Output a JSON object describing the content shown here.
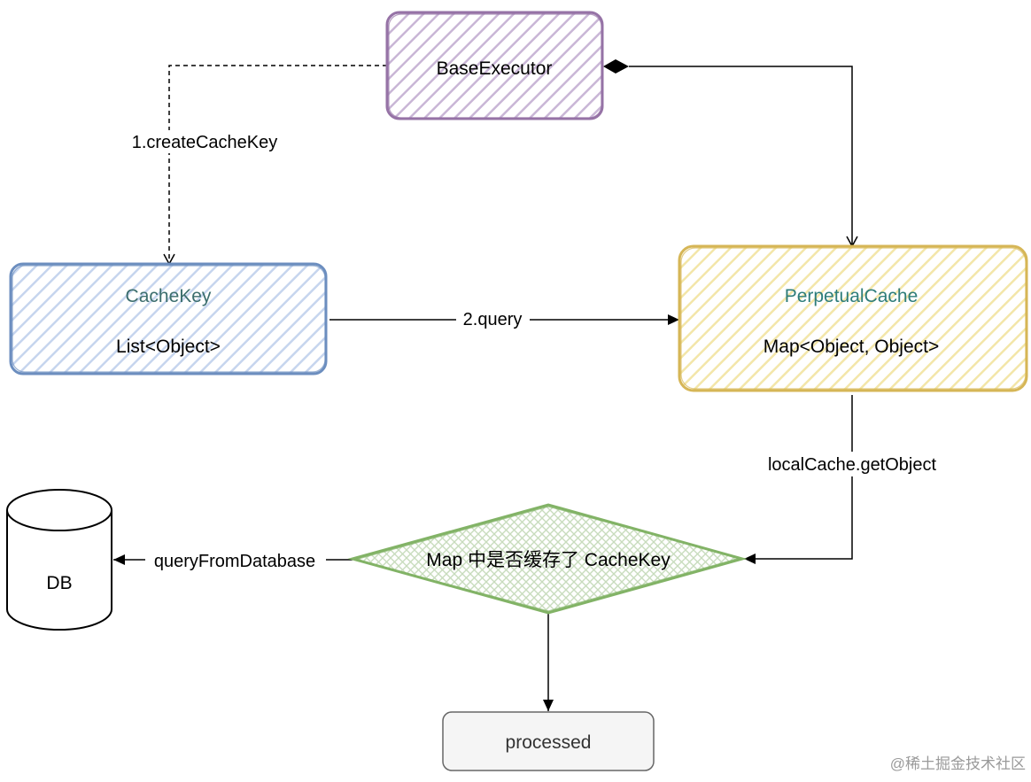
{
  "nodes": {
    "base_executor": {
      "label": "BaseExecutor"
    },
    "cache_key": {
      "title": "CacheKey",
      "subtitle": "List<Object>"
    },
    "perpetual_cache": {
      "title": "PerpetualCache",
      "subtitle": "Map<Object, Object>"
    },
    "decision": {
      "label": "Map 中是否缓存了 CacheKey"
    },
    "db": {
      "label": "DB"
    },
    "processed": {
      "label": "processed"
    }
  },
  "edges": {
    "create_cache_key": {
      "label": "1.createCacheKey"
    },
    "query": {
      "label": "2.query"
    },
    "get_object": {
      "label": "localCache.getObject"
    },
    "query_from_database": {
      "label": "queryFromDatabase"
    }
  },
  "watermark": "@稀土掘金技术社区",
  "colors": {
    "purple": "#9673a6",
    "blue": "#6c8ebf",
    "yellow": "#d6b656",
    "green": "#82b366",
    "teal_text": "#2e7d7a",
    "cachekey_text": "#3c6e6e"
  }
}
